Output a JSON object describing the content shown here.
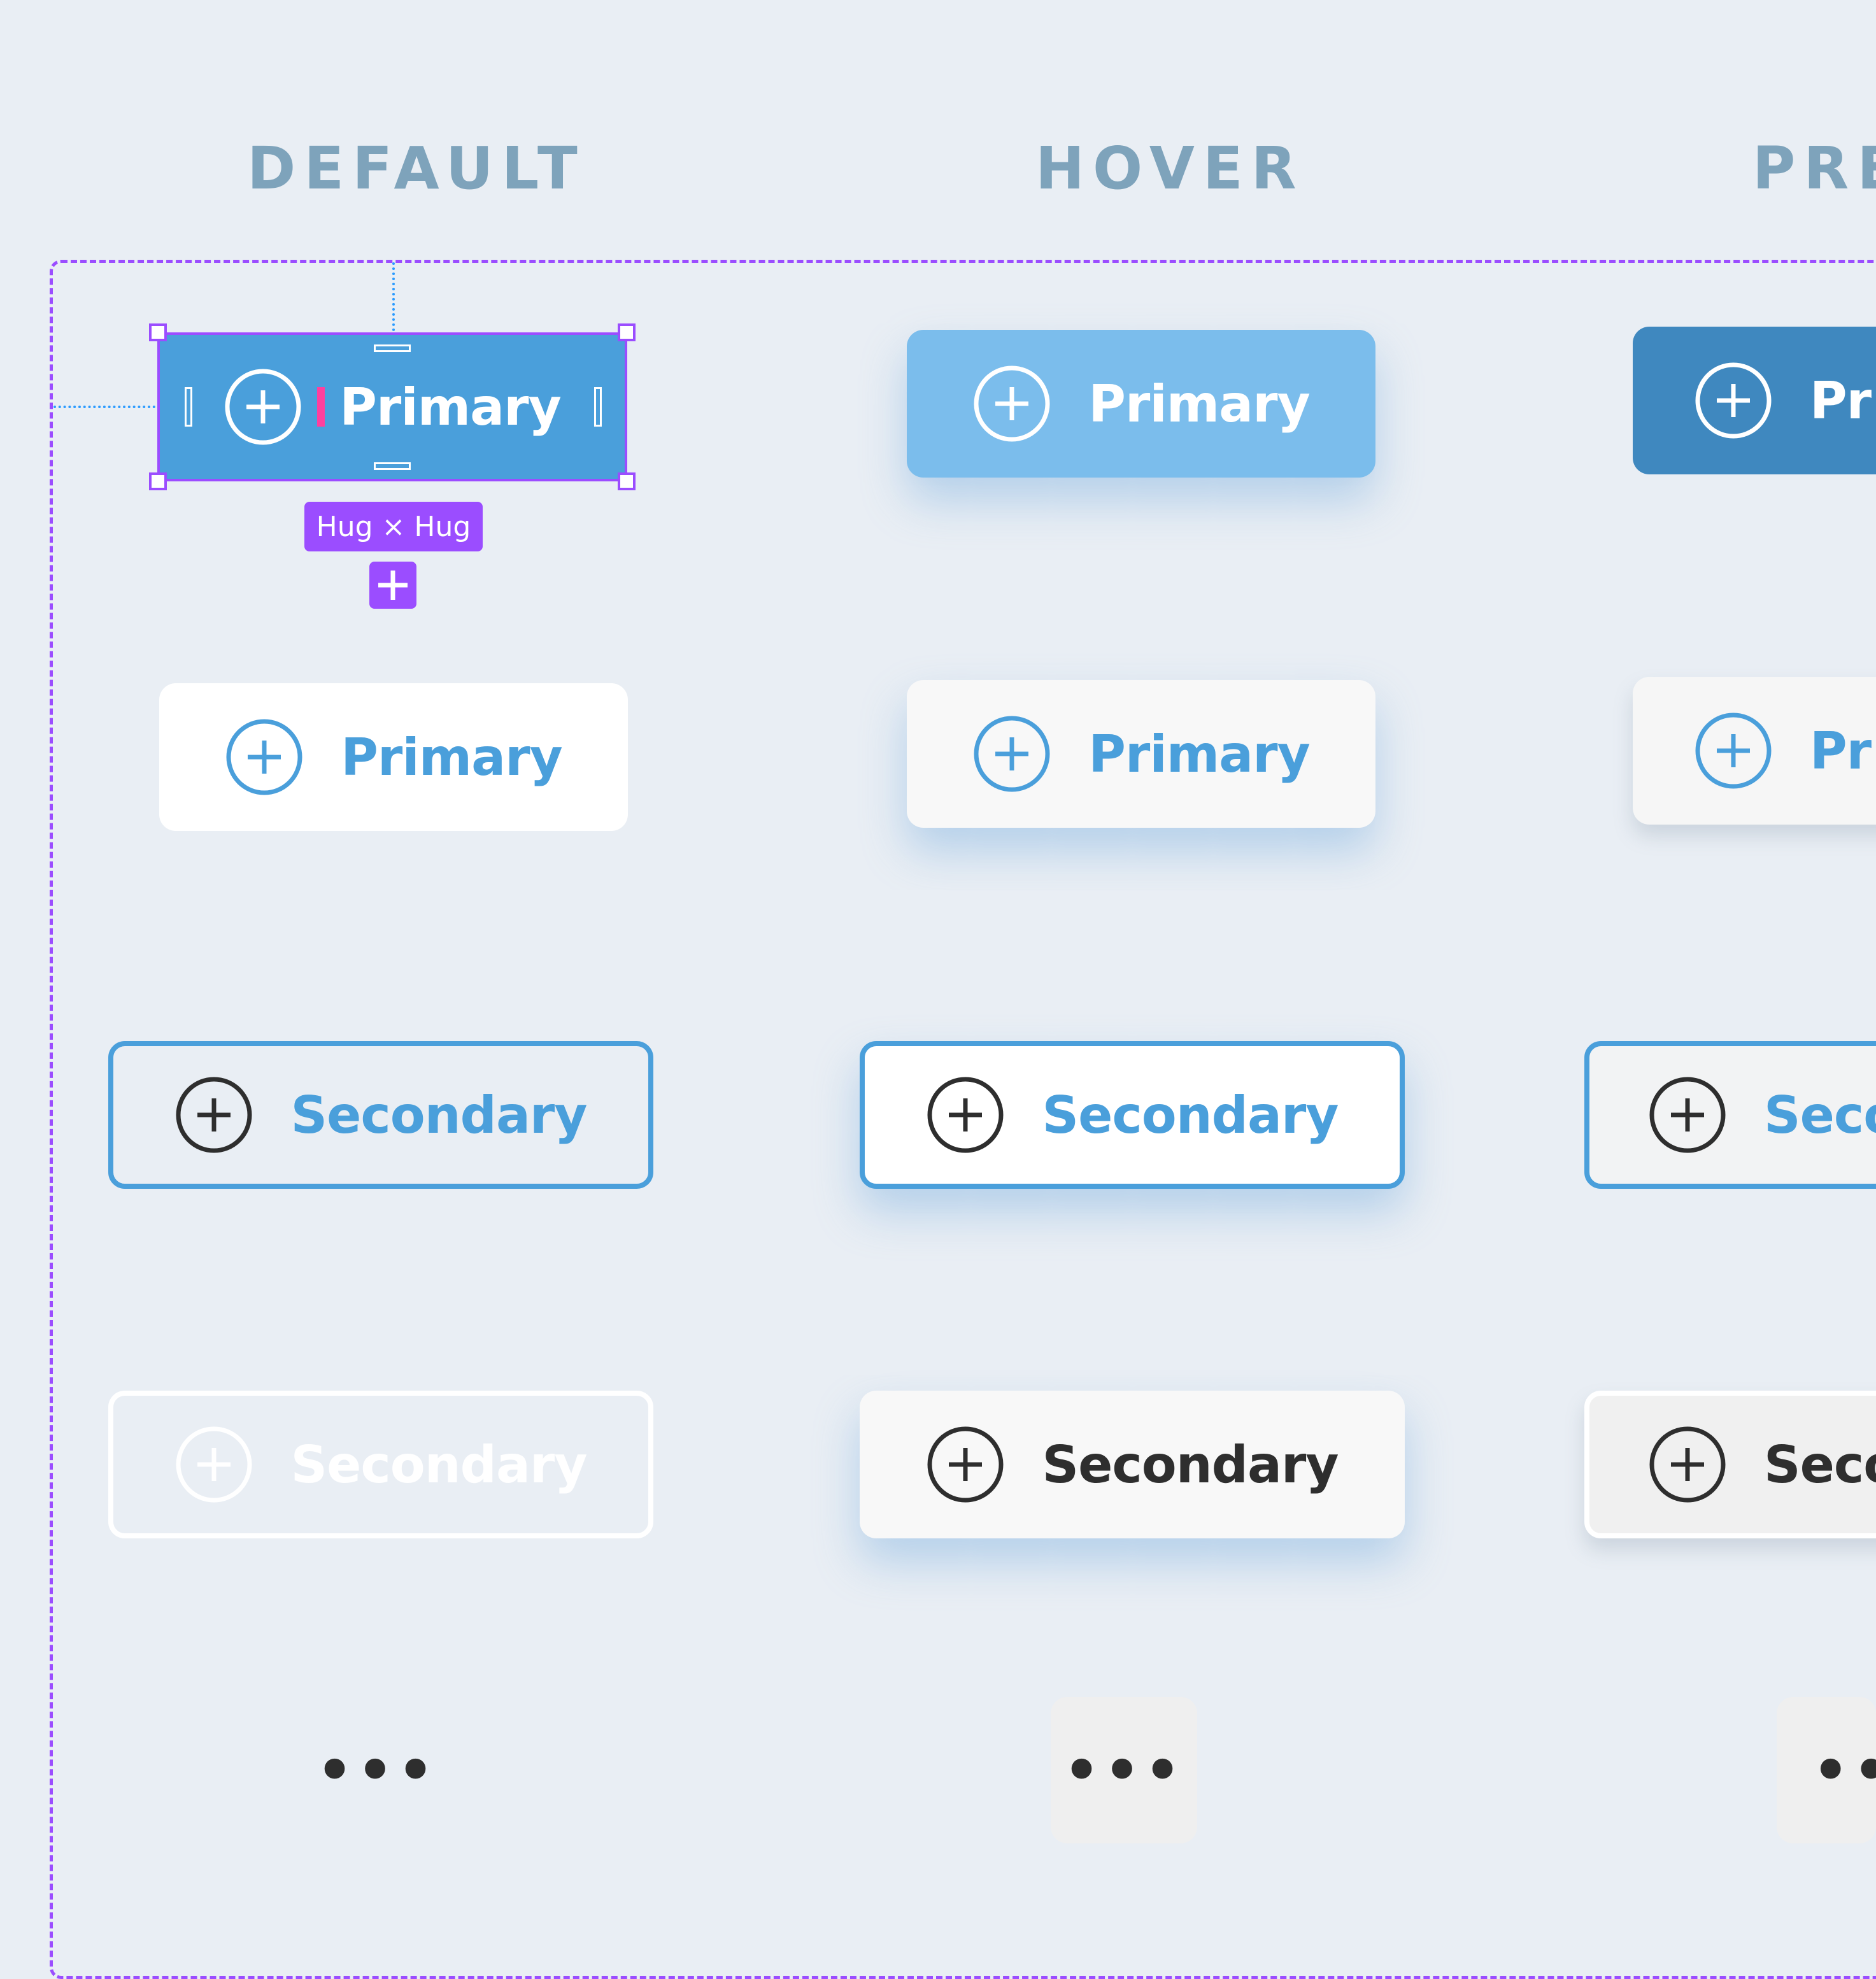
{
  "columns": {
    "default": "DEFAULT",
    "hover": "HOVER",
    "pressed": "PRE"
  },
  "labels": {
    "primary": "Primary",
    "primary_cut": "Pr",
    "secondary": "Secondary",
    "secondary_cut": "Seco",
    "more": "•••",
    "more_cut": "••"
  },
  "selection": {
    "size_label": "Hug × Hug"
  },
  "colors": {
    "background": "#e9eef4",
    "primary": "#4a9fdb",
    "primary_hover": "#7bbdec",
    "primary_pressed": "#3f88bf",
    "selection": "#9b4dff",
    "header_text": "#7ea3bb",
    "dark_text": "#2e2e2e"
  }
}
